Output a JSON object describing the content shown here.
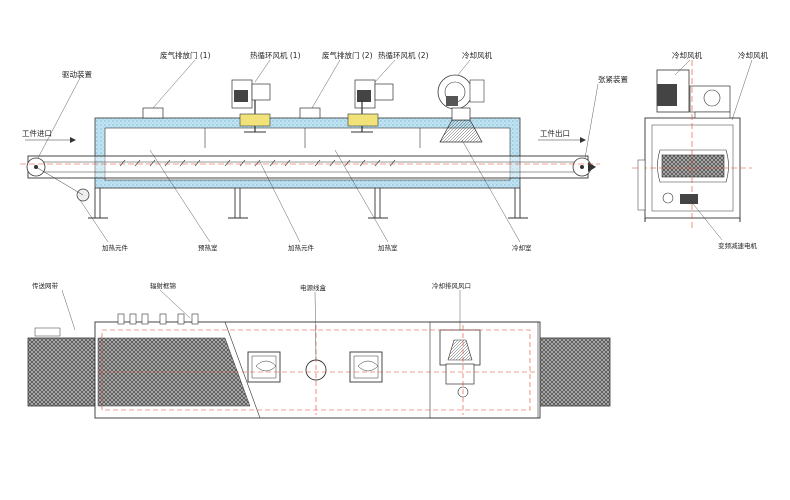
{
  "labels": {
    "exhaust_1": "废气排放门 (1)",
    "hot_fan_1": "热循环风机 (1)",
    "exhaust_2": "废气排放门 (2)",
    "hot_fan_2": "热循环风机 (2)",
    "cool_fan": "冷却风机",
    "drive": "驱动装置",
    "inlet": "工件进口",
    "tension": "张紧装置",
    "outlet": "工件出口",
    "heater_1": "加热元件",
    "preheat_room": "预热室",
    "heater_2": "加热元件",
    "heat_room": "加热室",
    "cool_room": "冷却室",
    "side_cool_fan": "冷却风机",
    "side_cool_fan2": "冷却风机",
    "motor": "变频减速电机",
    "mesh_belt": "传送网带",
    "pipe_rack": "辐射框锦",
    "cable_box": "电源线盒",
    "cool_exhaust": "冷却排风风口"
  },
  "colors": {
    "insulation": "#bfe3f2",
    "insulation_dot": "#6aa7c4",
    "centerline": "#e0462c",
    "line": "#333333",
    "fan_yellow": "#f2e27a",
    "mesh": "#3a3a3a"
  }
}
